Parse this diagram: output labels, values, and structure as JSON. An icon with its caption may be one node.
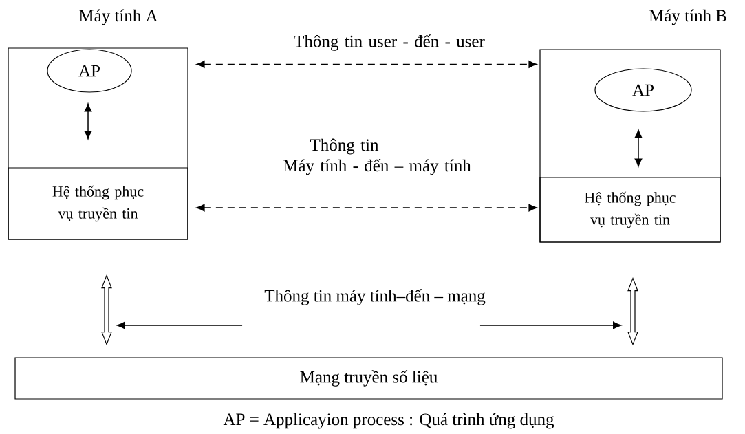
{
  "diagram": {
    "caption": "AP = Applicayion process : Quá trình ứng dụng",
    "nodes": [
      {
        "text": [
          "Máy tính A"
        ]
      },
      {
        "text": [
          "AP"
        ],
        "in": 0
      },
      {
        "text": [
          "Hệ thống phục vụ truyền tin"
        ],
        "in": 0
      },
      {
        "text": [
          "Máy tính B"
        ]
      },
      {
        "text": [
          "AP"
        ],
        "in": 3
      },
      {
        "text": [
          "Hệ thống phục vụ truyền tin"
        ],
        "in": 3
      },
      {
        "text": [
          "Mạng truyền số liệu"
        ]
      },
      {
        "text": [
          "Thông tin máy tính–đến – mạng"
        ]
      }
    ],
    "edges": [
      {
        "from": 1,
        "to": 2,
        "arrow": "both"
      },
      {
        "from": 4,
        "to": 5,
        "arrow": "both"
      },
      {
        "from": 0,
        "to": 3,
        "arrow": "both",
        "style": "dashed",
        "label": "Thông tin user - đến - user"
      },
      {
        "from": 2,
        "to": 5,
        "arrow": "both",
        "style": "dashed",
        "label": "Thông tin Máy tính - đến – máy tính"
      },
      {
        "from": 2,
        "to": 6,
        "arrow": "both"
      },
      {
        "from": 5,
        "to": 6,
        "arrow": "both"
      },
      {
        "from": 7,
        "to": null,
        "arrow": "to"
      },
      {
        "from": 7,
        "to": null,
        "arrow": "to"
      }
    ]
  }
}
